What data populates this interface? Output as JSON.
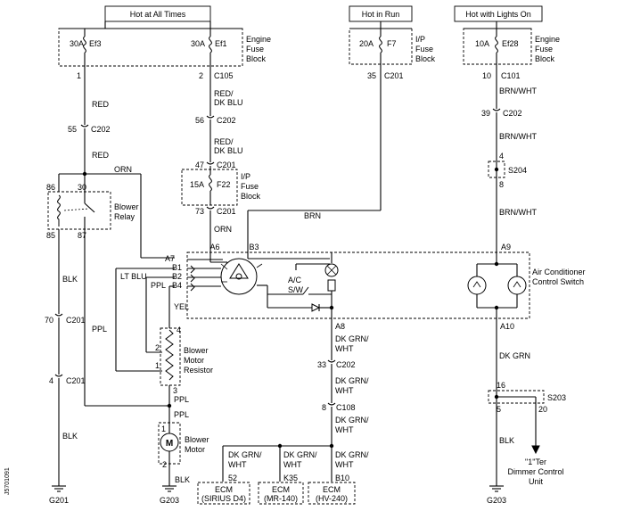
{
  "power_sources": {
    "hot_all_times": "Hot at All Times",
    "hot_in_run": "Hot in Run",
    "hot_lights_on": "Hot with Lights On"
  },
  "fuses": {
    "ef3": {
      "amp": "30A",
      "name": "Ef3"
    },
    "ef1": {
      "amp": "30A",
      "name": "Ef1"
    },
    "f7": {
      "amp": "20A",
      "name": "F7"
    },
    "ef28": {
      "amp": "10A",
      "name": "Ef28"
    },
    "f22": {
      "amp": "15A",
      "name": "F22"
    }
  },
  "blocks": {
    "engine_fuse_block_1": [
      "Engine",
      "Fuse",
      "Block"
    ],
    "ip_fuse_block_1": [
      "I/P",
      "Fuse",
      "Block"
    ],
    "engine_fuse_block_2": [
      "Engine",
      "Fuse",
      "Block"
    ],
    "ip_fuse_block_2": [
      "I/P",
      "Fuse",
      "Block"
    ]
  },
  "wires": {
    "red_1": "RED",
    "red_dkblu_1": [
      "RED/",
      "DK BLU"
    ],
    "red_dkblu_2": [
      "RED/",
      "DK BLU"
    ],
    "red_2": "RED",
    "orn_1": "ORN",
    "orn_2": "ORN",
    "brn": "BRN",
    "brn_wht_1": "BRN/WHT",
    "brn_wht_2": "BRN/WHT",
    "brn_wht_3": "BRN/WHT",
    "blk_1": "BLK",
    "ppl_1": "PPL",
    "blk_2": "BLK",
    "lt_blu": "LT BLU",
    "ppl_2": "PPL",
    "yel": "YEL",
    "ppl_3": "PPL",
    "ppl_4": "PPL",
    "blk_3": "BLK",
    "dkgrn_wht_1": [
      "DK GRN/",
      "WHT"
    ],
    "dkgrn_wht_2": [
      "DK GRN/",
      "WHT"
    ],
    "dkgrn_wht_3": [
      "DK GRN/",
      "WHT"
    ],
    "dkgrn_wht_4": [
      "DK GRN/",
      "WHT"
    ],
    "dkgrn_wht_5": [
      "DK GRN/",
      "WHT"
    ],
    "dkgrn_wht_6": [
      "DK GRN/",
      "WHT"
    ],
    "dk_grn": "DK GRN",
    "blk_4": "BLK"
  },
  "connectors": {
    "pin1": "1",
    "pin2_c105": [
      "2",
      "C105"
    ],
    "c201_35": [
      "35",
      "C201"
    ],
    "c101_10": [
      "10",
      "C101"
    ],
    "c202_55": [
      "55",
      "C202"
    ],
    "c202_56": [
      "56",
      "C202"
    ],
    "c202_39": [
      "39",
      "C202"
    ],
    "c201_47": [
      "47",
      "C201"
    ],
    "c201_73": [
      "73",
      "C201"
    ],
    "c201_70": [
      "70",
      "C201"
    ],
    "c201_4": [
      "4",
      "C201"
    ],
    "c202_33": [
      "33",
      "C202"
    ],
    "c108_8": [
      "8",
      "C108"
    ],
    "s204": "S204",
    "s204_4": "4",
    "s204_8": "8",
    "s203": "S203",
    "s203_16": "16",
    "s203_5": "5",
    "s203_20": "20"
  },
  "relay": {
    "label": [
      "Blower",
      "Relay"
    ],
    "pin86": "86",
    "pin30": "30",
    "pin85": "85",
    "pin87": "87"
  },
  "switch": {
    "label": [
      "Air Conditioner",
      "Control Switch"
    ],
    "a6": "A6",
    "b3": "B3",
    "a7": "A7",
    "b1": "B1",
    "b2": "B2",
    "b4": "B4",
    "a8": "A8",
    "a9": "A9",
    "a10": "A10",
    "ac_sw": [
      "A/C",
      "S/W"
    ]
  },
  "resistor": {
    "label": [
      "Blower",
      "Motor",
      "Resistor"
    ],
    "pin4": "4",
    "pin2": "2",
    "pin1": "1",
    "pin3": "3"
  },
  "motor": {
    "label": [
      "Blower",
      "Motor"
    ],
    "symbol": "M",
    "pin1": "1",
    "pin2": "2"
  },
  "ecms": [
    {
      "name": "ECM",
      "model": "(SIRIUS D4)",
      "pin": "52"
    },
    {
      "name": "ECM",
      "model": "(MR-140)",
      "pin": "K35"
    },
    {
      "name": "ECM",
      "model": "(HV-240)",
      "pin": "B10"
    }
  ],
  "dimmer": {
    "ref": "\"1\"Ter",
    "label": [
      "Dimmer Control",
      "Unit"
    ]
  },
  "grounds": {
    "g201": "G201",
    "g203_1": "G203",
    "g203_2": "G203"
  },
  "side_code": "J5701091"
}
